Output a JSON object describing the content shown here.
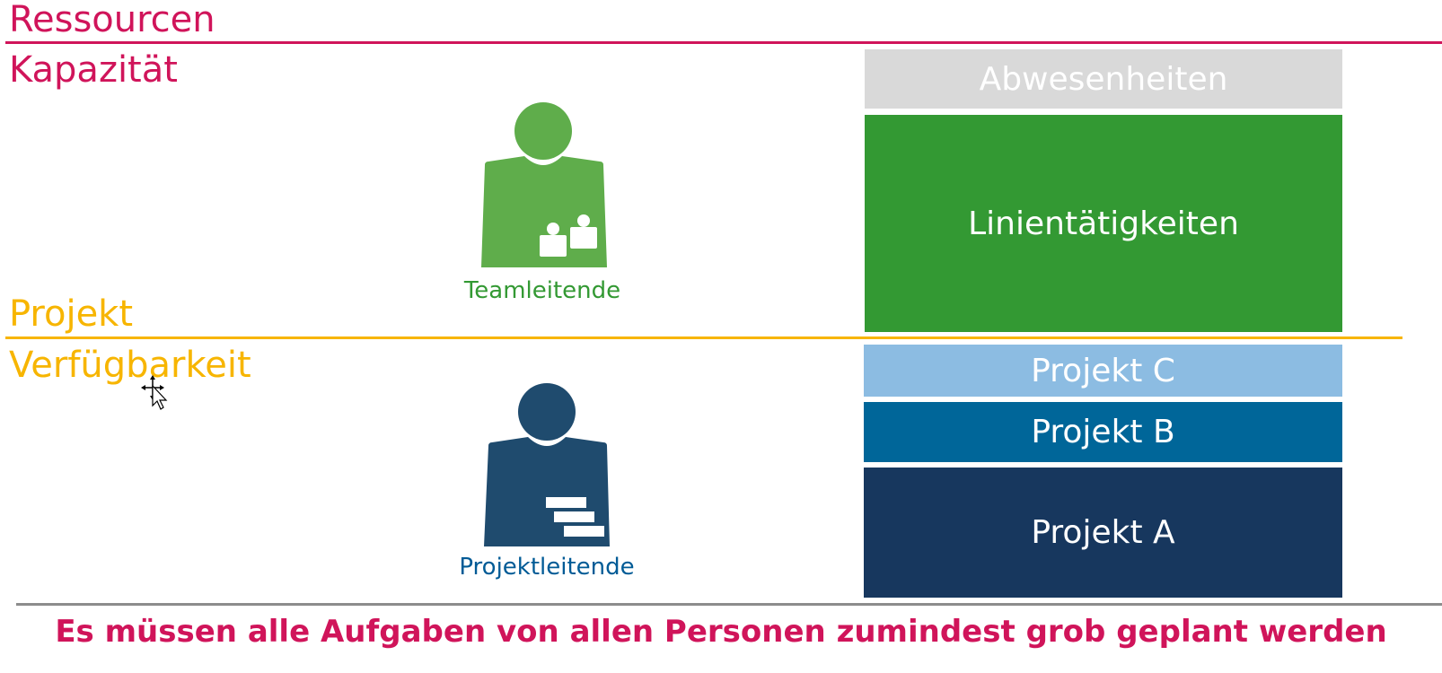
{
  "colors": {
    "magenta": "#d0145a",
    "yellow": "#f7b500",
    "gray_rule": "#8c8c8c",
    "absence": "#d9d9d9",
    "line_work": "#339933",
    "team_lead": "#5fad4b",
    "project_c": "#8cbce2",
    "project_b": "#006699",
    "project_a": "#17375e",
    "project_lead": "#1f4b6e"
  },
  "headings": {
    "resources": "Ressourcen",
    "capacity": "Kapazität",
    "project": "Projekt",
    "availability": "Verfügbarkeit"
  },
  "people": {
    "team_lead_label": "Teamleitende",
    "team_lead_icon": "team-lead-person-icon",
    "project_lead_label": "Projektleitende",
    "project_lead_icon": "project-lead-person-icon"
  },
  "blocks": {
    "absences": "Abwesenheiten",
    "line_activities": "Linientätigkeiten",
    "project_c": "Projekt C",
    "project_b": "Projekt B",
    "project_a": "Projekt A"
  },
  "footer": {
    "text": "Es müssen alle Aufgaben von allen Personen zumindest grob geplant werden"
  },
  "cursor_icon": "move-cursor-icon"
}
